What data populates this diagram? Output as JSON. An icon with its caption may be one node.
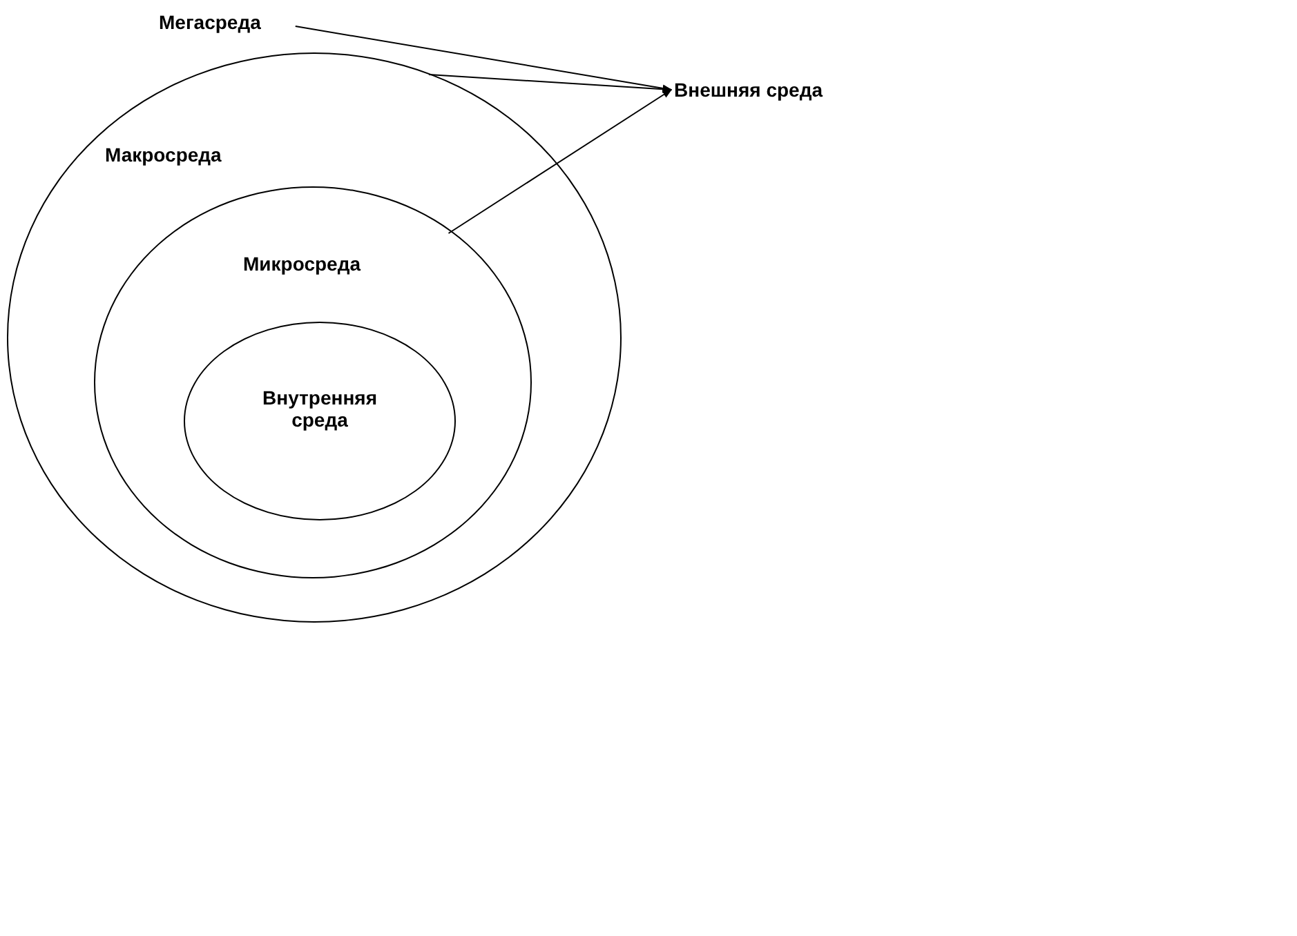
{
  "diagram": {
    "nodes": [
      {
        "text": [
          "Мегасреда"
        ]
      },
      {
        "text": [
          "Макросреда"
        ]
      },
      {
        "text": [
          "Микросреда"
        ],
        "in": 1
      },
      {
        "text": [
          "Внутренняя среда"
        ],
        "in": 2
      },
      {
        "text": [
          "Внешняя среда"
        ]
      }
    ],
    "edges": [
      {
        "from": 0,
        "to": 4,
        "arrow": "to"
      },
      {
        "from": 1,
        "to": 4,
        "arrow": "to"
      },
      {
        "from": 2,
        "to": 4,
        "arrow": "to"
      }
    ]
  }
}
